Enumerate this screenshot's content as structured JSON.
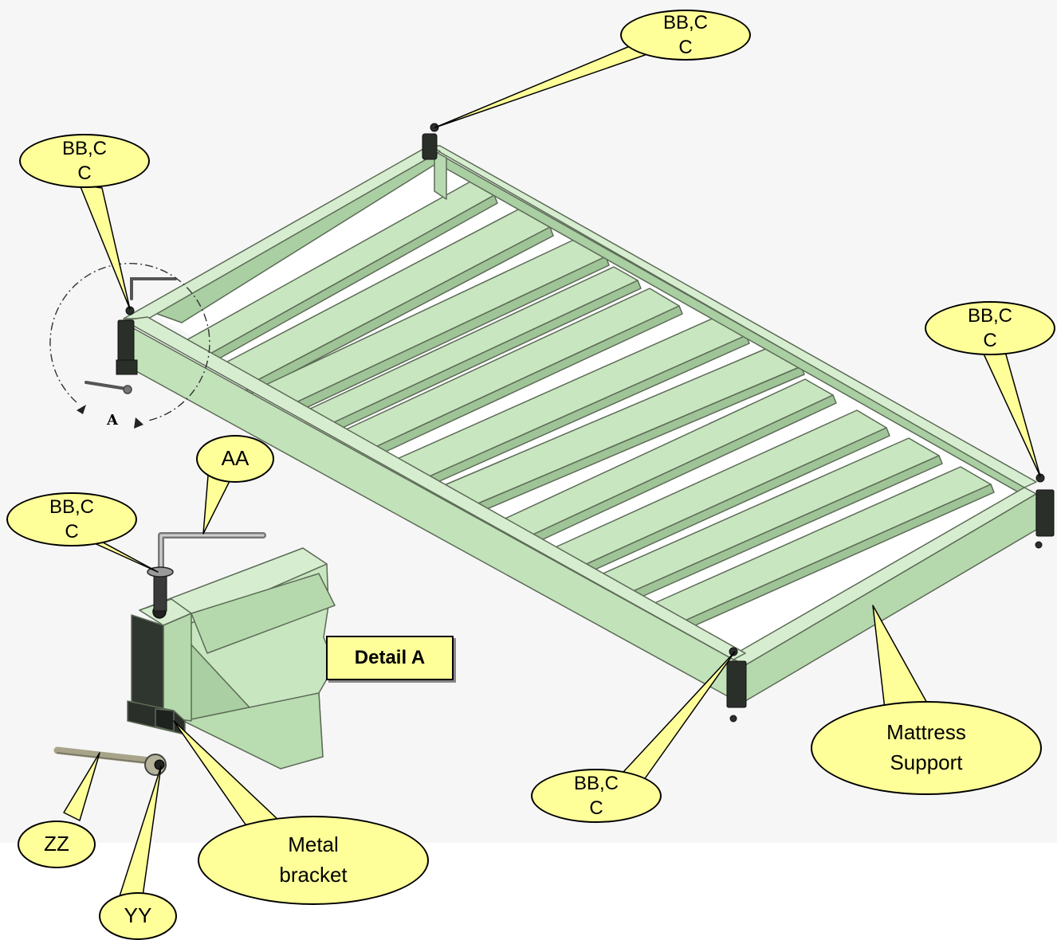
{
  "callouts": {
    "top": "BB,C\nC",
    "left": "BB,C\nC",
    "right": "BB,C\nC",
    "bottom": "BB,C\nC",
    "detail_bolt": "BB,C\nC",
    "aa": "AA",
    "zz": "ZZ",
    "yy": "YY",
    "metal_bracket": "Metal\nbracket",
    "mattress_support": "Mattress\nSupport"
  },
  "detail_label": "Detail A",
  "view_label": "A",
  "colors": {
    "frame_fill": "#c8e6c0",
    "frame_dark": "#8fb486",
    "callout_fill": "#ffff99",
    "bracket": "#2a2f2a",
    "background": "#f6f6f6"
  }
}
